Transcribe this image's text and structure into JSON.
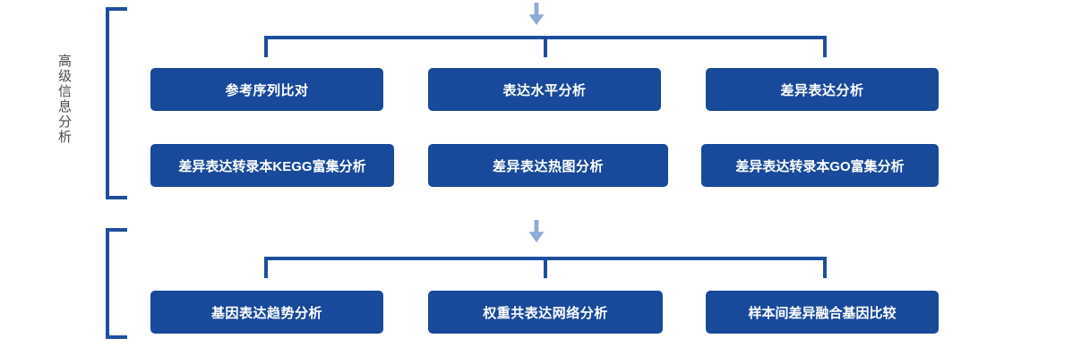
{
  "diagram": {
    "title_vertical": "高级信息分析",
    "colors": {
      "box_fill": "#19499b",
      "connector": "#1d4e9e",
      "arrow": "#8faadc",
      "label_text": "#4a4a4a",
      "box_text": "#ffffff",
      "background": "#ffffff"
    },
    "groups": [
      {
        "name": "advanced-information-analysis",
        "arrow_icon": "arrow-down-icon",
        "rows": [
          {
            "nodes": [
              {
                "label": "参考序列比对"
              },
              {
                "label": "表达水平分析"
              },
              {
                "label": "差异表达分析"
              }
            ]
          },
          {
            "nodes": [
              {
                "label": "差异表达转录本KEGG富集分析"
              },
              {
                "label": "差异表达热图分析"
              },
              {
                "label": "差异表达转录本GO富集分析"
              }
            ]
          }
        ]
      },
      {
        "name": "advanced-analysis-second-stage",
        "arrow_icon": "arrow-down-icon",
        "rows": [
          {
            "nodes": [
              {
                "label": "基因表达趋势分析"
              },
              {
                "label": "权重共表达网络分析"
              },
              {
                "label": "样本间差异融合基因比较"
              }
            ]
          }
        ]
      }
    ]
  }
}
